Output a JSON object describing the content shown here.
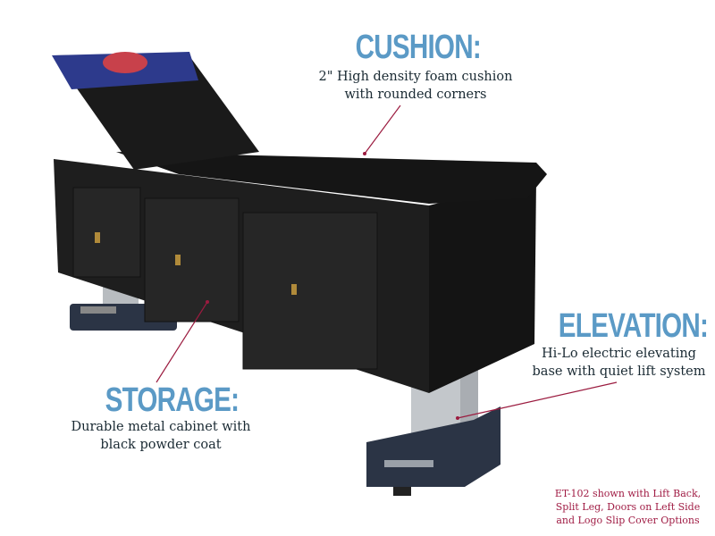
{
  "callouts": {
    "cushion": {
      "title": "CUSHION:",
      "lines": [
        "2\" High density foam cushion",
        "with rounded corners"
      ]
    },
    "elevation": {
      "title": "ELEVATION:",
      "lines": [
        "Hi-Lo electric elevating",
        "base with quiet lift system"
      ]
    },
    "storage": {
      "title": "STORAGE:",
      "lines": [
        "Durable metal cabinet with",
        "black powder coat"
      ]
    }
  },
  "caption": {
    "lines": [
      "ET-102 shown with Lift Back,",
      "Split Leg, Doors on Left Side",
      "and Logo Slip Cover Options"
    ]
  },
  "colors": {
    "heading": "#5b9ac6",
    "leader": "#9b1b3f",
    "caption": "#a01c44"
  }
}
